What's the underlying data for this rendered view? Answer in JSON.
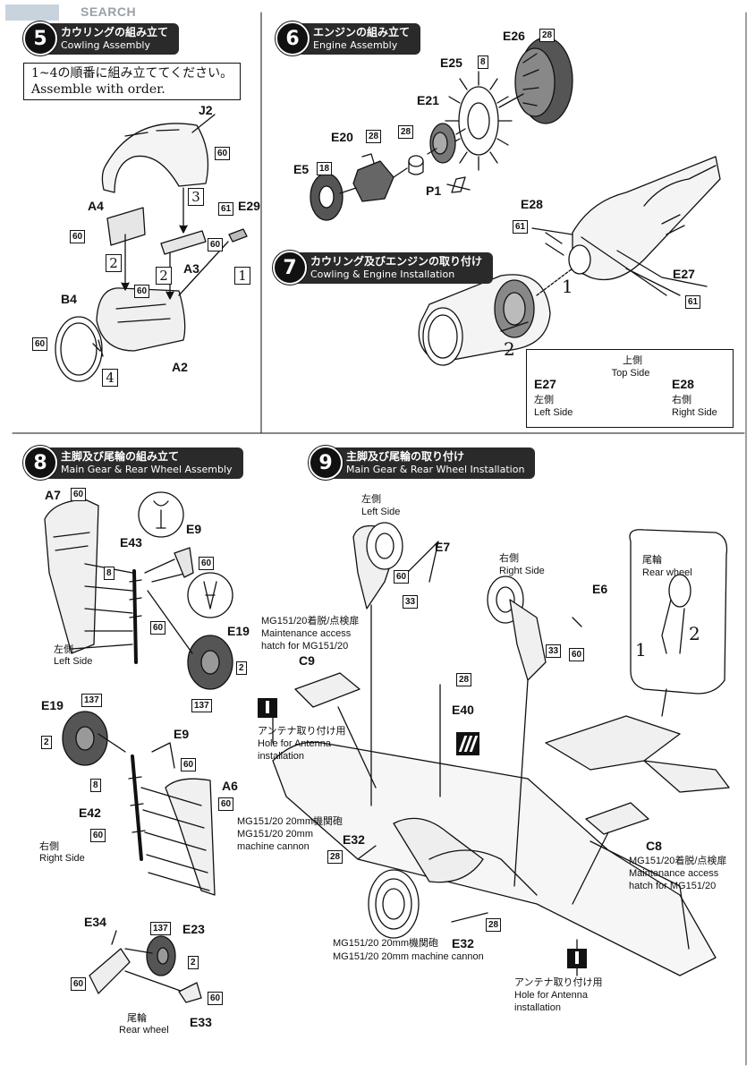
{
  "watermark": "SEARCH",
  "sections": [
    {
      "num": "5",
      "jp": "カウリングの組み立て",
      "en": "Cowling Assembly"
    },
    {
      "num": "6",
      "jp": "エンジンの組み立て",
      "en": "Engine Assembly"
    },
    {
      "num": "7",
      "jp": "カウリング及びエンジンの取り付け",
      "en": "Cowling & Engine Installation"
    },
    {
      "num": "8",
      "jp": "主脚及び尾輪の組み立て",
      "en": "Main Gear & Rear Wheel Assembly"
    },
    {
      "num": "9",
      "jp": "主脚及び尾輪の取り付け",
      "en": "Main Gear & Rear Wheel Installation"
    }
  ],
  "note": {
    "jp": "1~4の順番に組み立ててください。",
    "en": "Assemble with order."
  },
  "parts": {
    "J2": "J2",
    "A4": "A4",
    "A3": "A3",
    "A2": "A2",
    "B4": "B4",
    "E29": "E29",
    "E26": "E26",
    "E25": "E25",
    "E21": "E21",
    "E20": "E20",
    "E5": "E5",
    "P1": "P1",
    "E28": "E28",
    "E27": "E27",
    "A7": "A7",
    "E43": "E43",
    "E9": "E9",
    "E19": "E19",
    "E42": "E42",
    "A6": "A6",
    "E34": "E34",
    "E23": "E23",
    "E33": "E33",
    "E7": "E7",
    "E6": "E6",
    "C9": "C9",
    "E40": "E40",
    "E32": "E32",
    "C8": "C8"
  },
  "paints": {
    "p60": "60",
    "p61": "61",
    "p8": "8",
    "p18": "18",
    "p28": "28",
    "p2": "2",
    "p137": "137",
    "p33": "33"
  },
  "steps": {
    "s1": "1",
    "s2": "2",
    "s3": "3",
    "s4": "4"
  },
  "orientation": {
    "top_jp": "上側",
    "top_en": "Top Side",
    "left_jp": "左側",
    "left_en": "Left Side",
    "right_jp": "右側",
    "right_en": "Right Side"
  },
  "labels": {
    "left_jp": "左側",
    "left_en": "Left Side",
    "right_jp": "右側",
    "right_en": "Right Side",
    "rear_jp": "尾輪",
    "rear_en": "Rear wheel",
    "hatch_jp": "MG151/20着脱/点検扉",
    "hatch_en1": "Maintenance access",
    "hatch_en2": "hatch for MG151/20",
    "antenna_jp": "アンテナ取り付け用",
    "antenna_en1": "Hole for Antenna",
    "antenna_en2": "installation",
    "cannon_jp": "MG151/20 20mm機関砲",
    "cannon_en1": "MG151/20 20mm",
    "cannon_en2": "machine cannon",
    "cannon2_en": "MG151/20 20mm machine cannon"
  }
}
